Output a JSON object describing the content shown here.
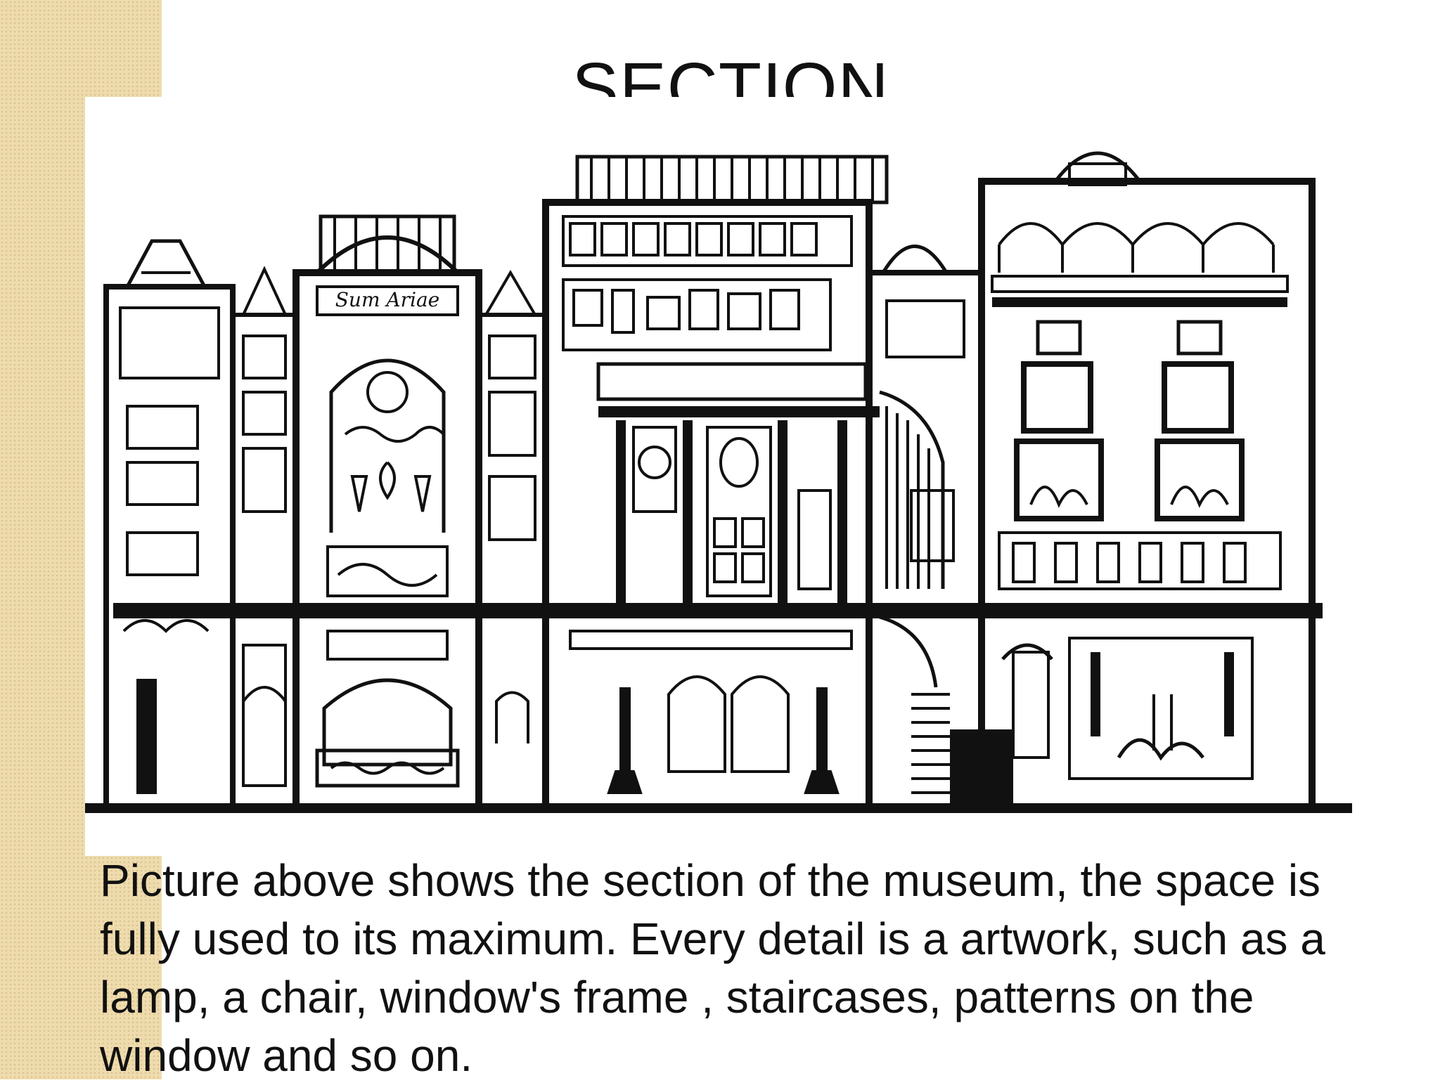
{
  "slide": {
    "title": "SECTION",
    "caption": "Picture above shows the section of the museum, the space is fully used to its maximum. Every detail is a artwork, such as a lamp, a chair, window's frame , staircases, patterns on the window and so on."
  },
  "figure": {
    "subject": "sectional drawing of museum interior",
    "inscription": "Sum Ariae"
  },
  "colors": {
    "accent_band": "#efdcae",
    "ink": "#111111",
    "background": "#ffffff"
  }
}
